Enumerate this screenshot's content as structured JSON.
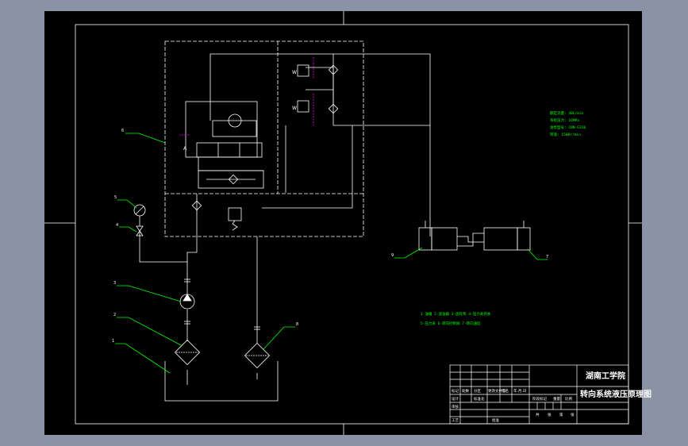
{
  "drawing": {
    "colors": {
      "background": "#8a93a6",
      "paper": "#000000",
      "lines": "#ffffff",
      "leaders": "#00ff00",
      "pilot": "#ff00ff"
    },
    "title_block": {
      "school": "湖南工学院",
      "drawing_title": "转向系统液压原理图",
      "row_labels": [
        "标记",
        "处数",
        "分区",
        "更改文件号",
        "签名",
        "年.月.日"
      ],
      "row_labels_2": [
        "设计",
        "",
        "标准化",
        "",
        "阶段标记",
        "重量",
        "比例"
      ],
      "row_labels_3": [
        "审核"
      ],
      "row_labels_4": [
        "工艺",
        "",
        "批准"
      ],
      "sheet_labels": [
        "共",
        "张",
        "第",
        "张"
      ]
    },
    "spec_list": [
      "额定流量: 40L/min",
      "系统压力: 16MPa",
      "油泵型号: CBN-E310",
      "转速: 1500r/min"
    ],
    "legend": [
      "1-油箱 2-滤油器 3-齿轮泵 4-压力表开关",
      "5-压力表 6-转向控制阀 7-转向油缸"
    ],
    "callouts": [
      "1",
      "2",
      "3",
      "4",
      "5",
      "6",
      "7",
      "8",
      "9"
    ],
    "symbol_labels": {
      "relief_left": "W",
      "relief_right": "W",
      "valve_spool": "A"
    }
  }
}
